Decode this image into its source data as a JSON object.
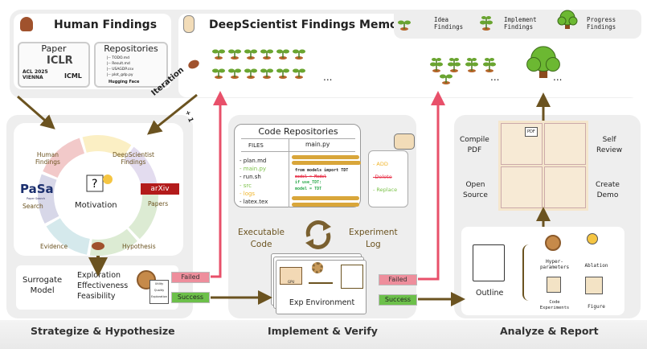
{
  "human_findings": {
    "title": "Human Findings",
    "paper_title": "Paper",
    "paper_logos": [
      "ICLR",
      "ACL 2025 VIENNA",
      "ICML"
    ],
    "repo_title": "Repositories",
    "repo_files": [
      "|-- TODO.md",
      "|-- Result.md",
      "|-- USAGDP.csv",
      "|-- plot_gdp.py"
    ],
    "hf_label": "Hugging Face"
  },
  "memory": {
    "title": "DeepScientist Findings Memory",
    "ellipsis": "...",
    "legend": [
      {
        "label": "Idea\nFindings",
        "icon": "sprout-icon"
      },
      {
        "label": "Implement\nFindings",
        "icon": "sapling-icon"
      },
      {
        "label": "Progress\nFindings",
        "icon": "tree-icon"
      }
    ]
  },
  "iteration": {
    "label": "Iteration",
    "plus": "+ 1"
  },
  "strategize": {
    "center": "Motivation",
    "items": [
      "Human\nFindings",
      "DeepScientist\nFindings",
      "Papers",
      "Hypothesis",
      "Evidence",
      "Search"
    ],
    "search_logo": "PaSa",
    "search_sub": "Paper Search",
    "arxiv": "arXiv",
    "surrogate": "Surrogate\nModel",
    "criteria": [
      "Exploration",
      "Effectiveness",
      "Feasibility"
    ],
    "badge": [
      "Utility",
      "Quality",
      "Exploration"
    ]
  },
  "implement": {
    "code_title": "Code Repositories",
    "files_header": "FILES",
    "main_header": "main.py",
    "files": [
      {
        "name": "- plan.md",
        "color": "#222"
      },
      {
        "name": "- main.py",
        "color": "#7cc24a"
      },
      {
        "name": "- run.sh",
        "color": "#222"
      },
      {
        "name": "- src",
        "color": "#7cc24a"
      },
      {
        "name": "- logs",
        "color": "#f0b429"
      },
      {
        "name": "- latex.tex",
        "color": "#222"
      }
    ],
    "code": [
      {
        "text": "from models import TDT",
        "color": "#222"
      },
      {
        "text": "model = Model",
        "color": "#e8334a"
      },
      {
        "text": "if use_TDT:",
        "color": "#2aa84a"
      },
      {
        "text": "model = TDT",
        "color": "#2aa84a"
      }
    ],
    "ops": [
      {
        "text": "- ADD",
        "color": "#f0b429"
      },
      {
        "text": "-Delete",
        "color": "#e8334a"
      },
      {
        "text": "- Replace",
        "color": "#7cc24a"
      }
    ],
    "exec": "Executable\nCode",
    "log": "Experiment\nLog",
    "env": "Exp Environment",
    "gpu": "GPU"
  },
  "analyze": {
    "tasks": [
      "Compile\nPDF",
      "Self\nReview",
      "Open\nSource",
      "Create\nDemo"
    ],
    "outline": "Outline",
    "items": [
      "Hyper-\nparameters",
      "Ablation",
      "Code\nExperiments",
      "Figure"
    ],
    "pdf": "PDF"
  },
  "status": {
    "failed": "Failed",
    "success": "Success"
  },
  "stages": [
    "Strategize & Hypothesize",
    "Implement & Verify",
    "Analyze & Report"
  ],
  "colors": {
    "failed_arrow": "#e8506a",
    "success_arrow": "#6b5320",
    "brown": "#6b5320"
  }
}
